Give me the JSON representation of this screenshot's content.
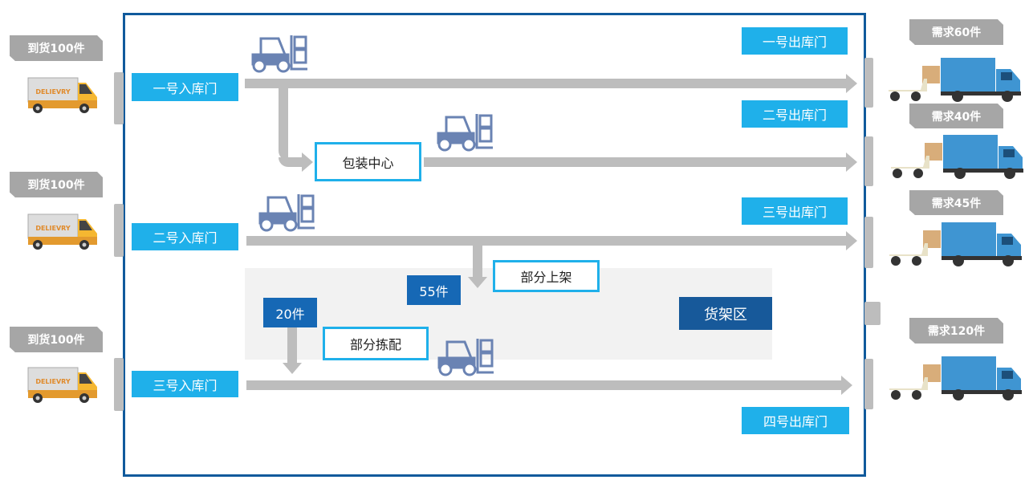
{
  "arrivals": [
    {
      "label": "到货100件"
    },
    {
      "label": "到货100件"
    },
    {
      "label": "到货100件"
    }
  ],
  "entrances": [
    {
      "label": "一号入库门"
    },
    {
      "label": "二号入库门"
    },
    {
      "label": "三号入库门"
    }
  ],
  "exits": [
    {
      "label": "一号出库门"
    },
    {
      "label": "二号出库门"
    },
    {
      "label": "三号出库门"
    },
    {
      "label": "四号出库门"
    }
  ],
  "demands": [
    {
      "label": "需求60件"
    },
    {
      "label": "需求40件"
    },
    {
      "label": "需求45件"
    },
    {
      "label": "需求120件"
    }
  ],
  "packing": {
    "label": "包装中心"
  },
  "shelf": {
    "label": "货架区",
    "putaway": "部分上架",
    "putaway_qty": "55件",
    "picking": "部分拣配",
    "picking_qty": "20件"
  },
  "truck_text": "DELIEVRY",
  "colors": {
    "frame": "#105a9c",
    "door_label": "#1fb0ea",
    "shelf": "#1668b5",
    "arrow": "#bdbdbd",
    "tag": "#a6a6a6"
  }
}
